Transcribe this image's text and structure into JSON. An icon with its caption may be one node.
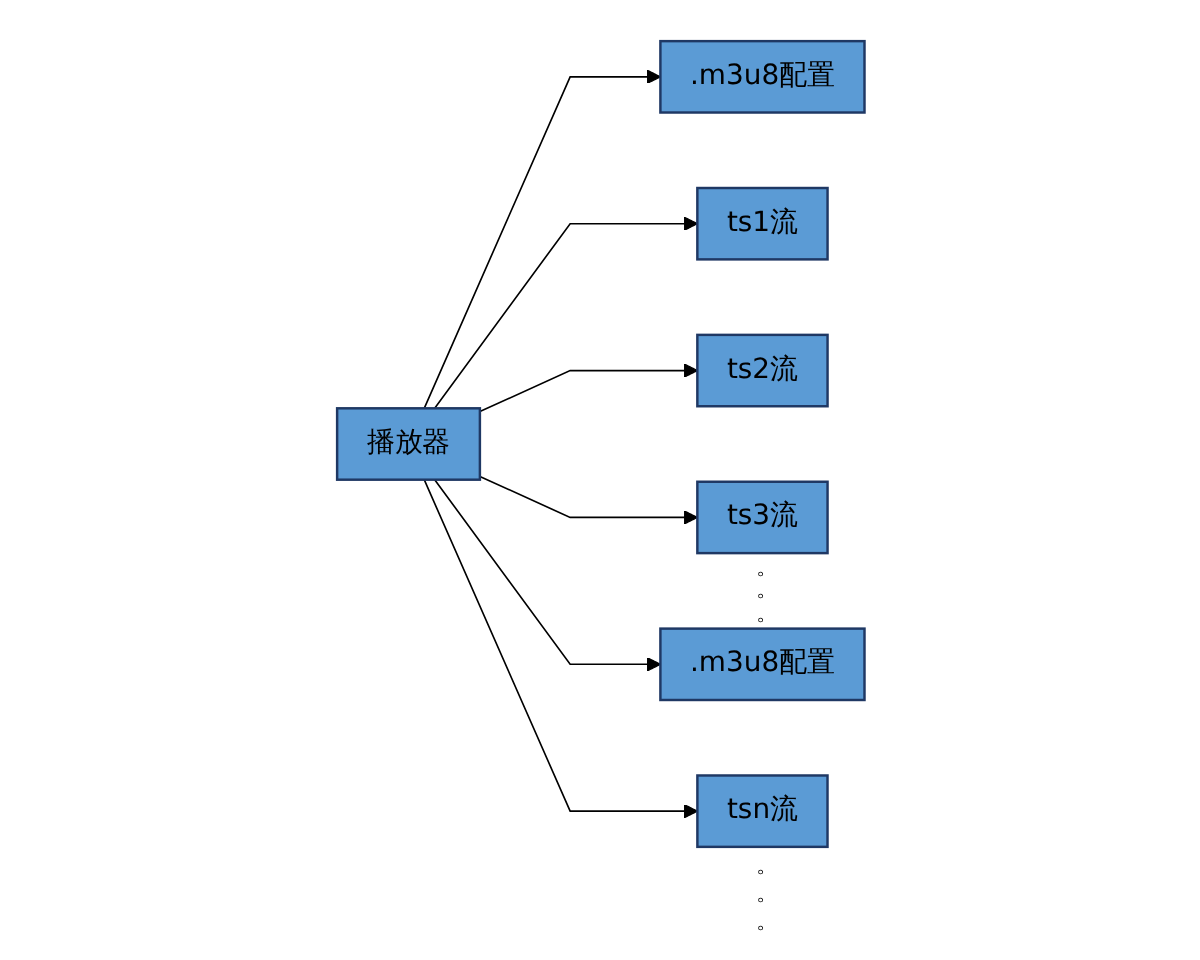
{
  "diagram": {
    "nodes": [
      {
        "text": [
          "播放器"
        ]
      },
      {
        "text": [
          ".m3u8配置"
        ]
      },
      {
        "text": [
          "ts1流"
        ]
      },
      {
        "text": [
          "ts2流"
        ]
      },
      {
        "text": [
          "ts3流"
        ]
      },
      {
        "text": [
          ".m3u8配置"
        ]
      },
      {
        "text": [
          "tsn流"
        ]
      }
    ],
    "edges": [
      {
        "from": 0,
        "to": 1,
        "arrow": "to"
      },
      {
        "from": 0,
        "to": 2,
        "arrow": "to"
      },
      {
        "from": 0,
        "to": 3,
        "arrow": "to"
      },
      {
        "from": 0,
        "to": 4,
        "arrow": "to"
      },
      {
        "from": 0,
        "to": 5,
        "arrow": "to"
      },
      {
        "from": 0,
        "to": 6,
        "arrow": "to"
      }
    ],
    "labels": [
      "。",
      "。",
      "。",
      "。",
      "。",
      "。"
    ]
  }
}
